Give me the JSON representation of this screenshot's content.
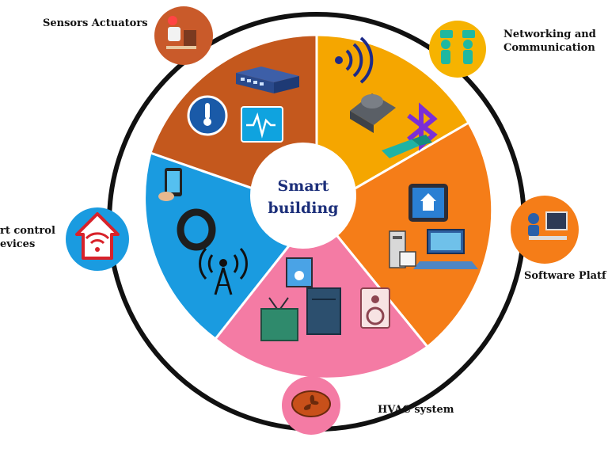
{
  "center": {
    "line1": "Smart",
    "line2": "building"
  },
  "labels": {
    "sensors": "Sensors Actuators",
    "networking_line1": "Networking and",
    "networking_line2": "Communication",
    "software": "Software Platf",
    "hvac": "HVAC system",
    "smart_control_line1": "rt control",
    "smart_control_line2": "evices"
  },
  "colors": {
    "sensors_segment": "#c4581d",
    "networking_segment": "#f5a600",
    "software_segment": "#f57d18",
    "hvac_segment": "#f47ba4",
    "control_segment": "#1a9be0",
    "center_text": "#1c2f7a",
    "outer_ring": "#111111"
  },
  "icons": {
    "sensors_node": "person-at-computer-icon",
    "networking_node": "people-communicating-icon",
    "software_node": "developer-workstation-icon",
    "hvac_node": "fan-icon",
    "control_node": "smart-home-wifi-icon"
  }
}
